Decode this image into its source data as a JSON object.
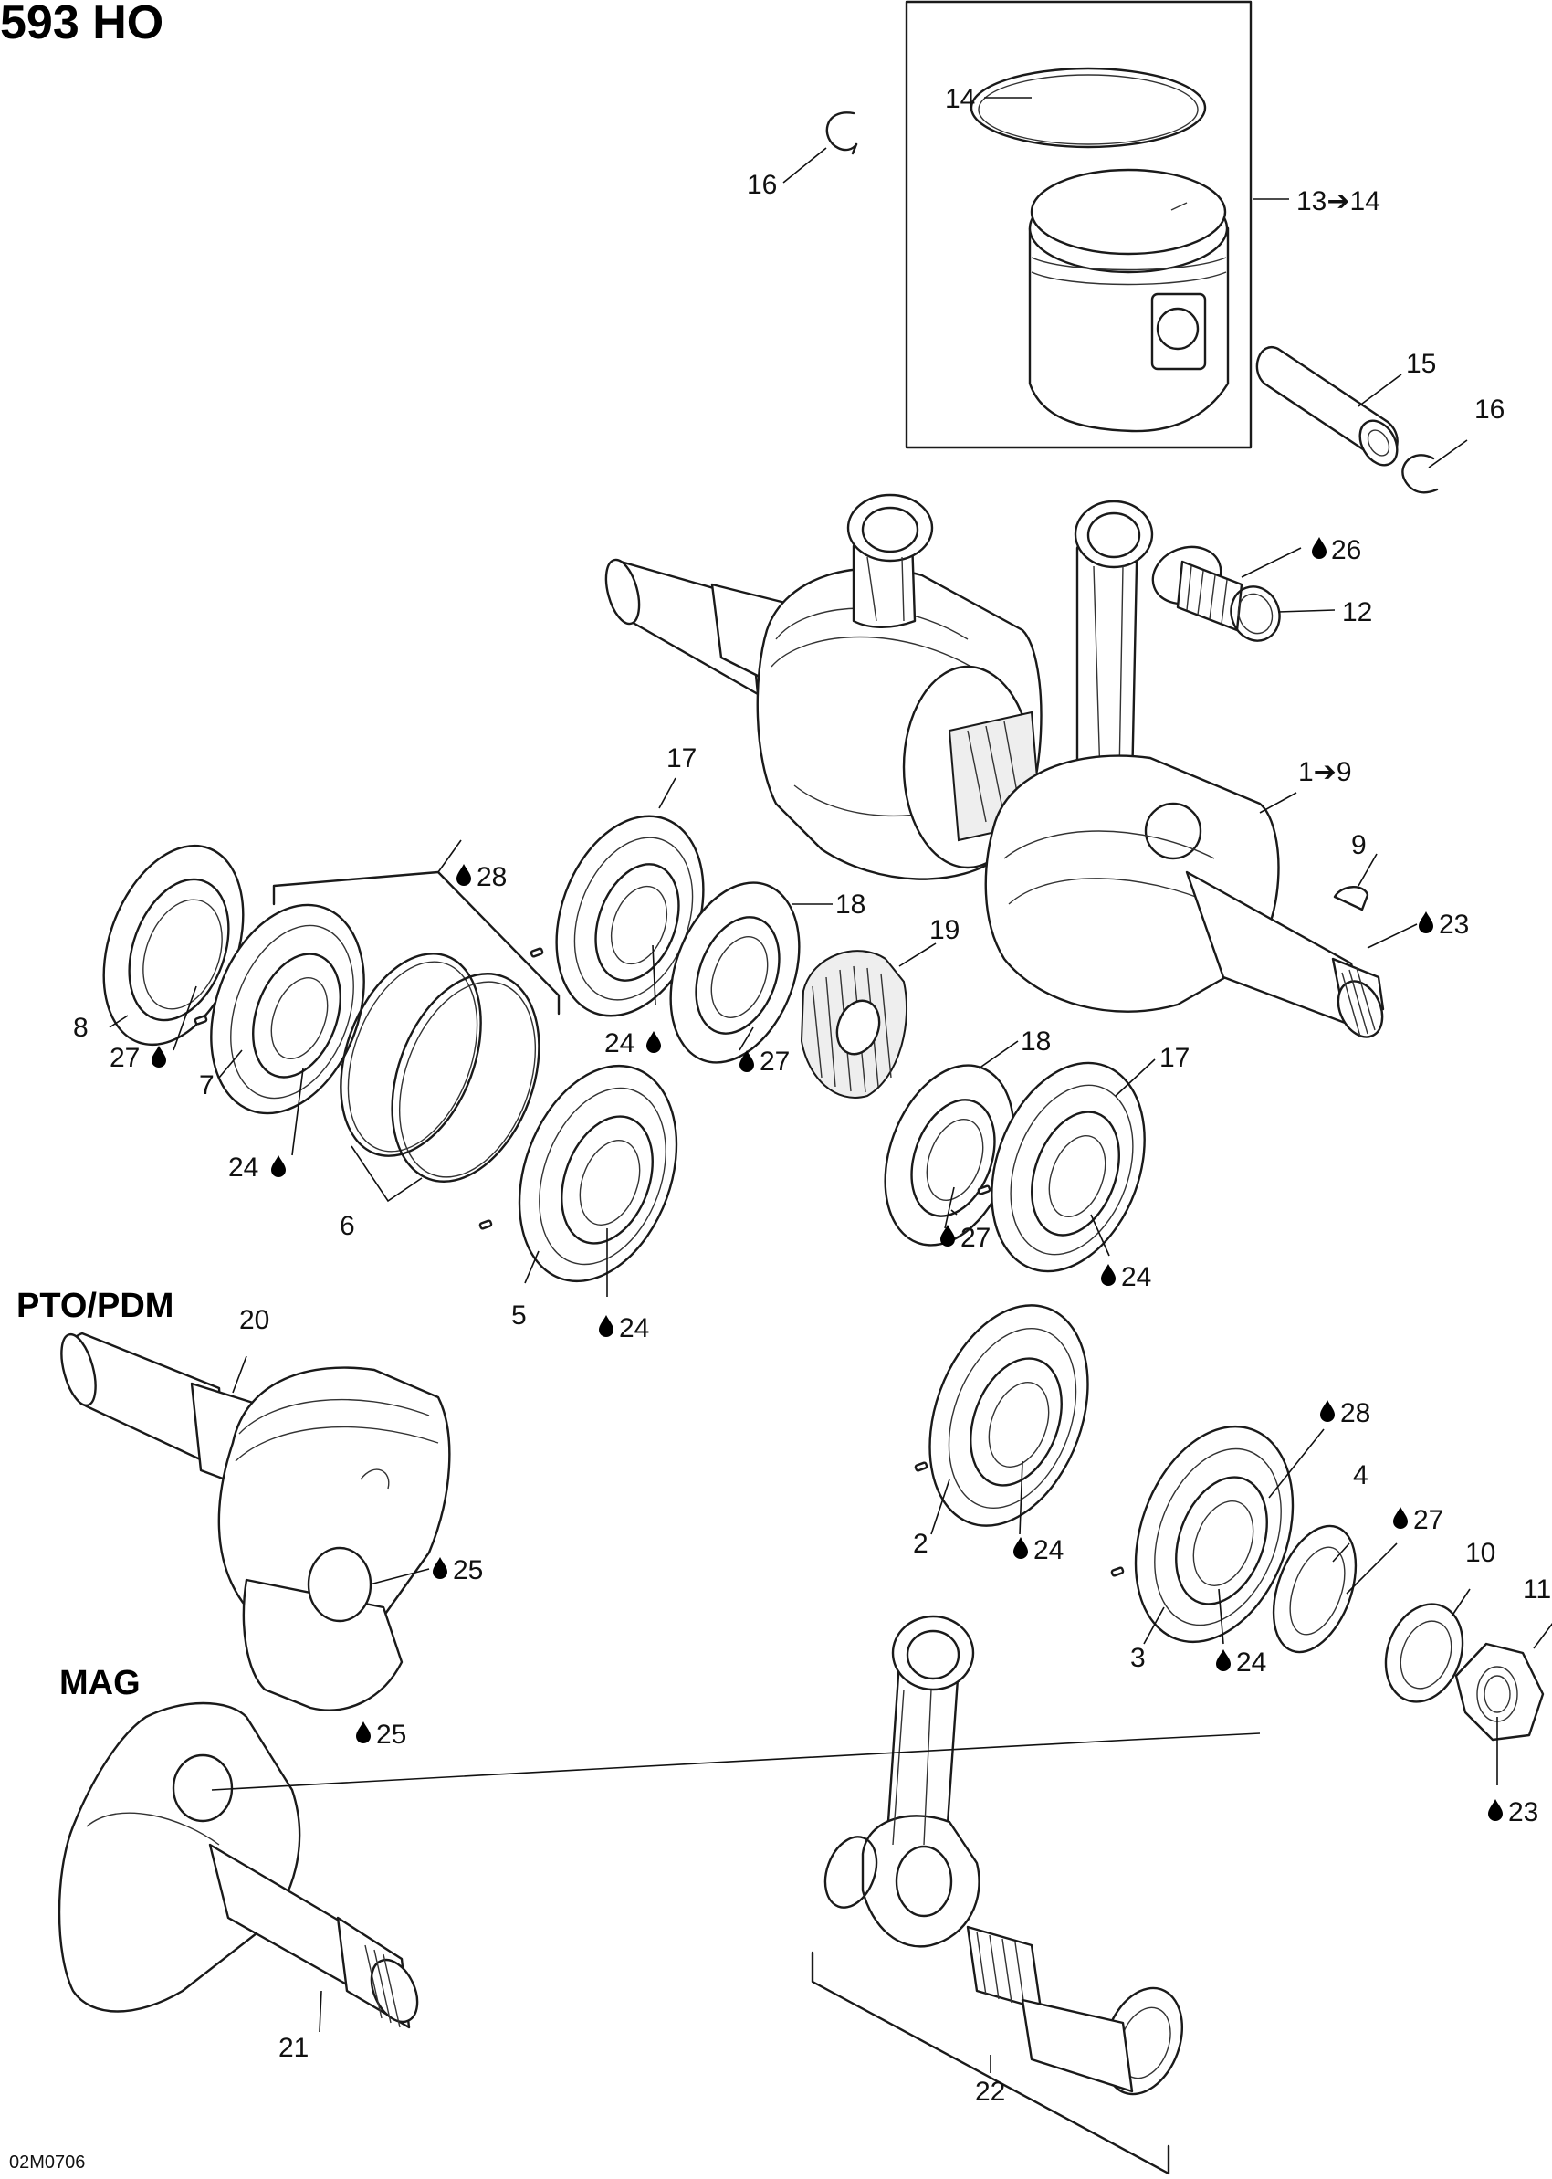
{
  "title": "593 HO",
  "figure_code": "02M0706",
  "sections": {
    "pto": "PTO/PDM",
    "mag": "MAG"
  },
  "callouts": {
    "c14": "14",
    "c16a": "16",
    "c13": "13➔14",
    "c15": "15",
    "c16b": "16",
    "c26": "26",
    "c12": "12",
    "c17a": "17",
    "c28a": "28",
    "c18a": "18",
    "c19": "19",
    "c1": "1➔9",
    "c9": "9",
    "c23a": "23",
    "c8": "8",
    "c27a": "27",
    "c7": "7",
    "c24a": "24",
    "c24b": "24",
    "c27b": "27",
    "c18b": "18",
    "c17b": "17",
    "c6": "6",
    "c5": "5",
    "c24c": "24",
    "c27c": "27",
    "c24d": "24",
    "c20": "20",
    "c25a": "25",
    "c28b": "28",
    "c4": "4",
    "c27d": "27",
    "c10": "10",
    "c11": "11",
    "c2": "2",
    "c24e": "24",
    "c3": "3",
    "c24f": "24",
    "c23b": "23",
    "c25b": "25",
    "c21": "21",
    "c22": "22"
  },
  "icons": {
    "lubricant": "oil-drop-icon"
  }
}
